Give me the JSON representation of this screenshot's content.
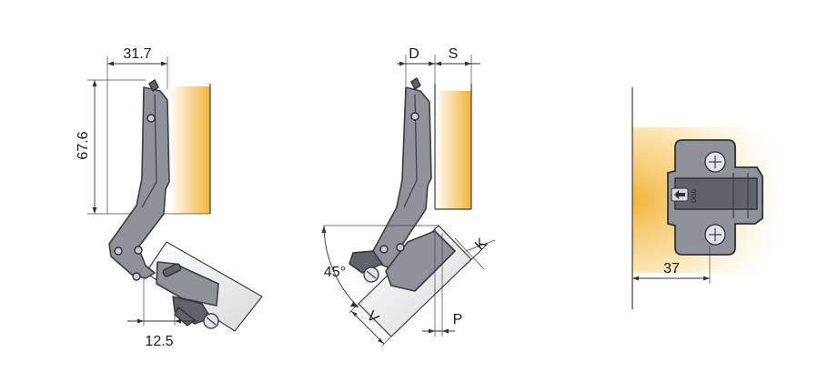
{
  "figures": {
    "hinge_closed": {
      "width_label": "31.7",
      "height_label": "67.6",
      "offset_label": "12.5"
    },
    "hinge_angle": {
      "d_label": "D",
      "s_label": "S",
      "angle_label": "45°",
      "k_label": "K",
      "v_label": "V",
      "p_label": "P"
    },
    "mounting_plate": {
      "width_label": "37",
      "plate_mark": "DOG"
    }
  },
  "colors": {
    "hinge_gray": "#8e939a",
    "hinge_outline": "#3a3d42",
    "glow": "#f2b33a",
    "door_shade": "#d9d9d9"
  }
}
